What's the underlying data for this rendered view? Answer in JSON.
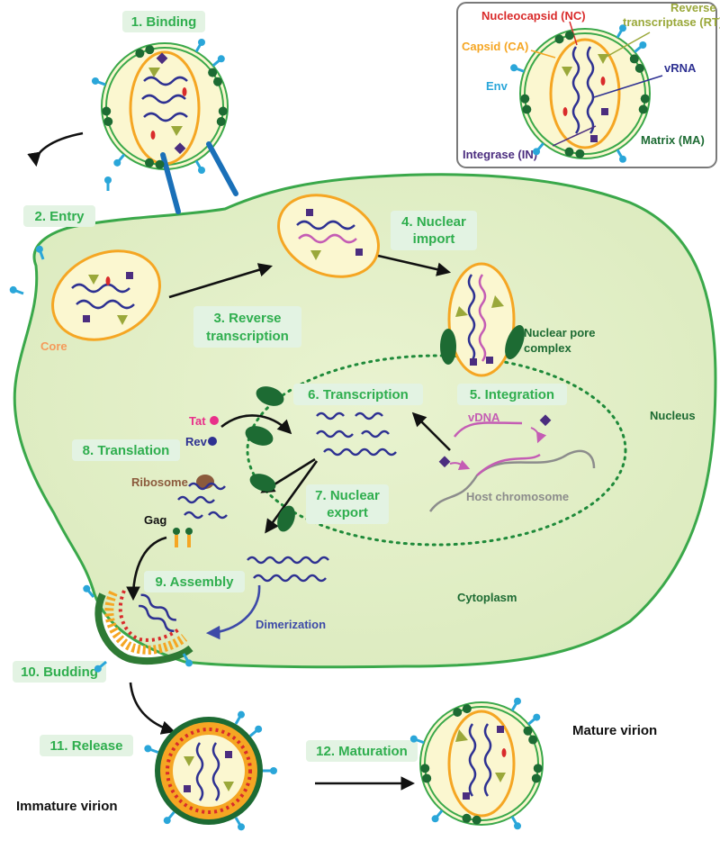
{
  "steps": {
    "binding": "1. Binding",
    "entry": "2. Entry",
    "rt_line1": "3. Reverse",
    "rt_line2": "transcription",
    "import_line1": "4. Nuclear",
    "import_line2": "import",
    "integration": "5. Integration",
    "transcription": "6. Transcription",
    "export_line1": "7. Nuclear",
    "export_line2": "export",
    "translation": "8. Translation",
    "assembly": "9. Assembly",
    "budding": "10. Budding",
    "release": "11. Release",
    "maturation": "12. Maturation"
  },
  "legend": {
    "nucleocapsid": "Nucleocapsid (NC)",
    "rt_line1": "Reverse",
    "rt_line2": "transcriptase (RT)",
    "capsid": "Capsid (CA)",
    "env": "Env",
    "vrna": "vRNA",
    "integrase": "Integrase (IN)",
    "matrix": "Matrix (MA)"
  },
  "labels": {
    "core": "Core",
    "npc_line1": "Nuclear pore",
    "npc_line2": "complex",
    "nucleus": "Nucleus",
    "tat": "Tat",
    "rev": "Rev",
    "ribosome": "Ribosome",
    "gag": "Gag",
    "vdna": "vDNA",
    "host_chromosome": "Host chromosome",
    "cytoplasm": "Cytoplasm",
    "dimerization": "Dimerization",
    "immature_virion": "Immature virion",
    "mature_virion": "Mature virion"
  },
  "colors": {
    "cell_fill": "#e2efc6",
    "membrane": "#3aa84a",
    "capsid": "#f5a623",
    "core_fill": "#fbf7d0",
    "rna": "#2e3192",
    "vdna": "#c45cb4",
    "host_dna": "#8c8c8c",
    "matrix": "#1d6b33",
    "env": "#2aa6d9",
    "integrase": "#4b2d7f",
    "rt": "#9aa83a",
    "nucleocapsid": "#d92b2b",
    "step_text": "#2fae4e",
    "step_box": "#e3f3e3"
  }
}
